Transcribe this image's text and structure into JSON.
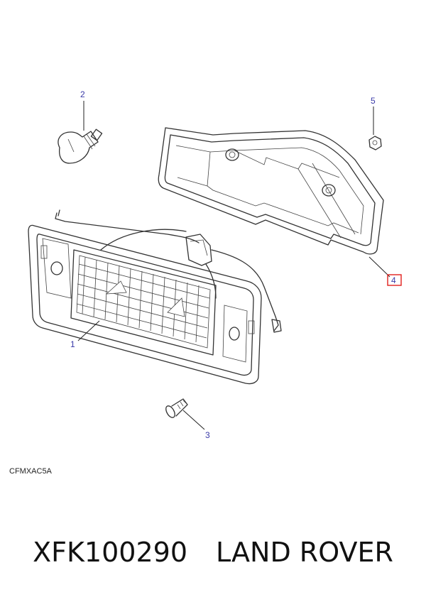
{
  "diagram": {
    "callouts": [
      {
        "id": "1",
        "label": "1"
      },
      {
        "id": "2",
        "label": "2"
      },
      {
        "id": "3",
        "label": "3"
      },
      {
        "id": "4",
        "label": "4",
        "highlighted": true,
        "highlight_color": "#e0201c"
      },
      {
        "id": "5",
        "label": "5"
      }
    ],
    "reference_code": "CFMXAC5A"
  },
  "footer": {
    "part_number": "XFK100290",
    "brand": "LAND ROVER"
  },
  "colors": {
    "callout_text": "#3a3aa8",
    "highlight_box": "#e0201c",
    "line_art": "#333333"
  }
}
